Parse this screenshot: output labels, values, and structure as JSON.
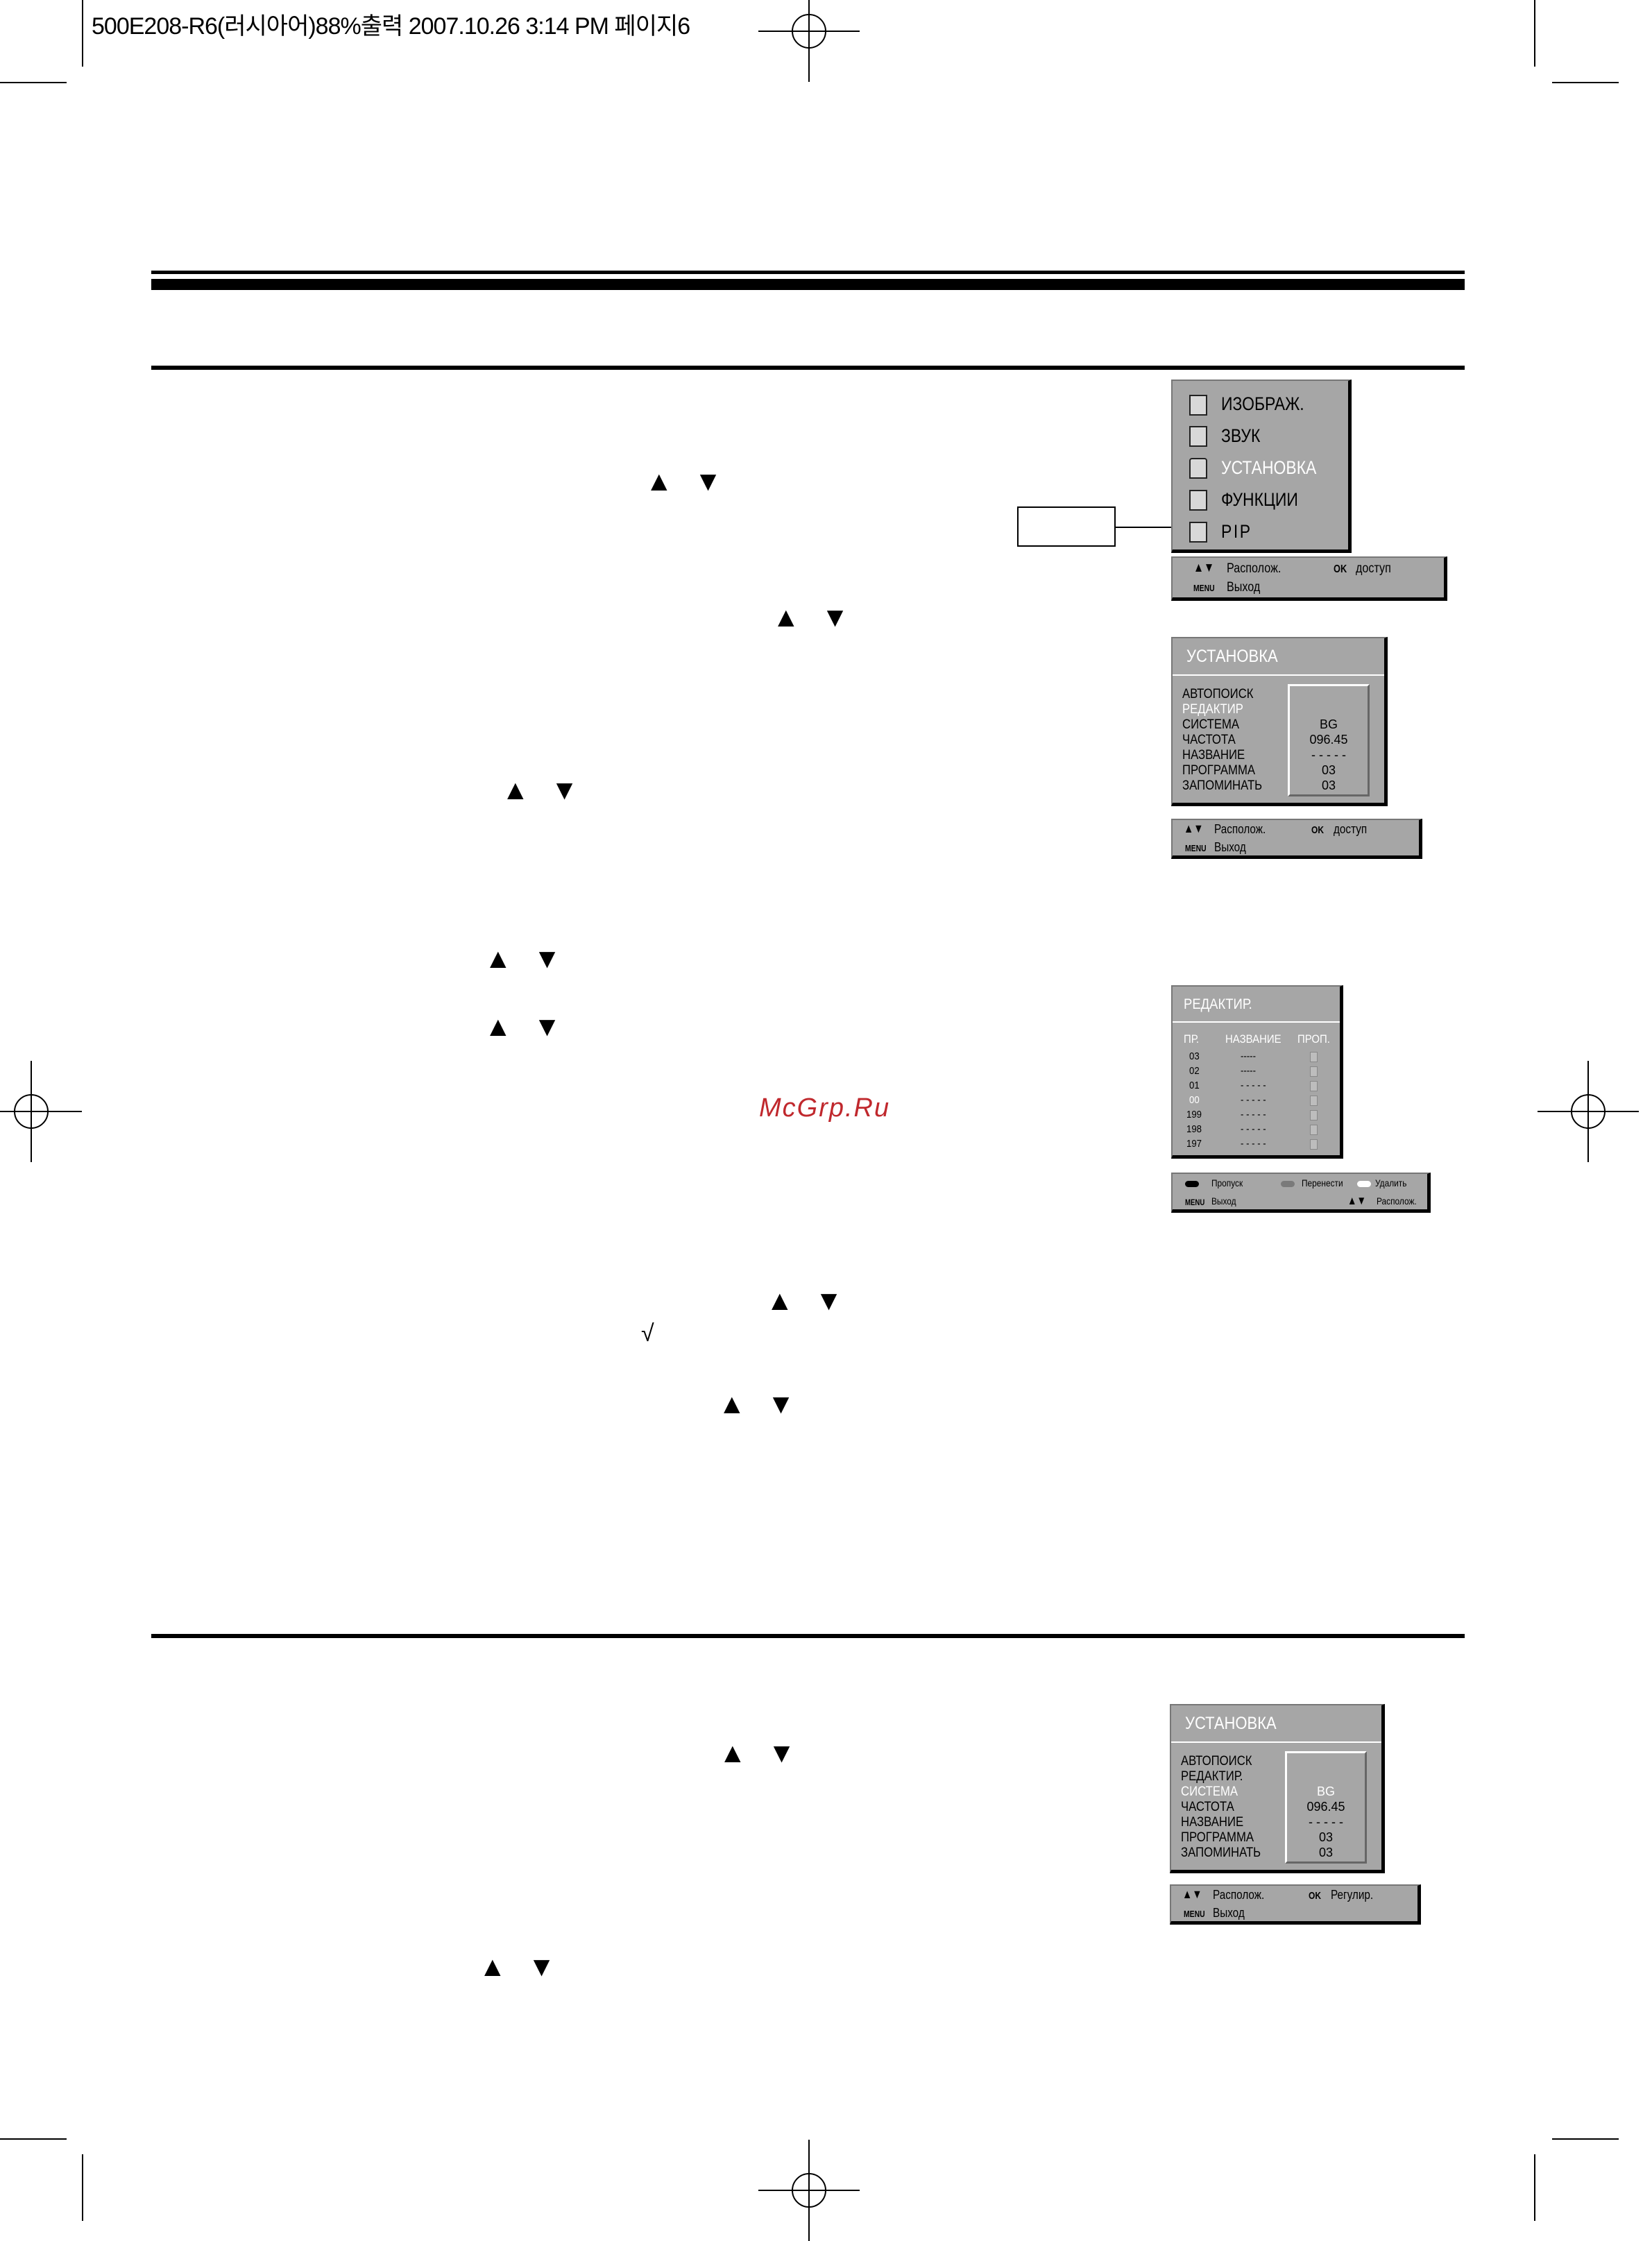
{
  "header": {
    "text": "500E208-R6(러시아어)88%출력  2007.10.26 3:14 PM 페이지6"
  },
  "arrows": {
    "up_down": "▲ ▼",
    "check": "√"
  },
  "watermark": "McGrp.Ru",
  "main_menu": {
    "items": [
      {
        "label": "ИЗОБРАЖ.",
        "icon": "picture-icon"
      },
      {
        "label": "ЗВУК",
        "icon": "speaker-icon"
      },
      {
        "label": "УСТАНОВКА",
        "icon": "antenna-icon"
      },
      {
        "label": "ФУНКЦИИ",
        "icon": "functions-icon"
      },
      {
        "label": "PIP",
        "icon": "pip-icon"
      }
    ],
    "hint": {
      "arrows": "▲▼",
      "move": "Располож.",
      "ok_key": "OK",
      "ok_action": "доступ",
      "menu_key": "MENU",
      "exit": "Выход"
    }
  },
  "setup_menu_1": {
    "title": "УСТАНОВКА",
    "labels": [
      "АВТОПОИСК",
      "РЕДАКТИР",
      "СИСТЕМА",
      "ЧАСТОТА",
      "НАЗВАНИЕ",
      "ПРОГРАММА",
      "ЗАПОМИНАТЬ"
    ],
    "values": [
      "BG",
      "096.45",
      "- - - - -",
      "03",
      "03"
    ],
    "hint": {
      "arrows": "▲▼",
      "move": "Располож.",
      "ok_key": "OK",
      "ok_action": "доступ",
      "menu_key": "MENU",
      "exit": "Выход"
    }
  },
  "edit_menu": {
    "title": "РЕДАКТИР.",
    "columns": [
      "ПР.",
      "НАЗВАНИЕ",
      "ПРОП."
    ],
    "rows": [
      {
        "pr": "03",
        "name": "-----"
      },
      {
        "pr": "02",
        "name": "-----"
      },
      {
        "pr": "01",
        "name": "- - - - -"
      },
      {
        "pr": "00",
        "name": "- - - - -"
      },
      {
        "pr": "199",
        "name": "- - - - -"
      },
      {
        "pr": "198",
        "name": "- - - - -"
      },
      {
        "pr": "197",
        "name": "- - - - -"
      }
    ],
    "hint": {
      "skip": "Пропуск",
      "move": "Перенести",
      "delete": "Удалить",
      "menu_key": "MENU",
      "exit": "Выход",
      "arrows": "▲▼",
      "position": "Располож."
    }
  },
  "setup_menu_2": {
    "title": "УСТАНОВКА",
    "labels": [
      "АВТОПОИСК",
      "РЕДАКТИР.",
      "СИСТЕМА",
      "ЧАСТОТА",
      "НАЗВАНИЕ",
      "ПРОГРАММА",
      "ЗАПОМИНАТЬ"
    ],
    "values": [
      "BG",
      "096.45",
      "- - - - -",
      "03",
      "03"
    ],
    "hint": {
      "arrows": "▲▼",
      "move": "Располож.",
      "ok_key": "OK",
      "ok_action": "Регулир.",
      "menu_key": "MENU",
      "exit": "Выход"
    }
  },
  "colors": {
    "panel": "#a6a6a6",
    "highlight": "#ffffff",
    "red_key": "#000000",
    "green_key": "#7a7a7a",
    "yellow_key": "#ffffff"
  }
}
